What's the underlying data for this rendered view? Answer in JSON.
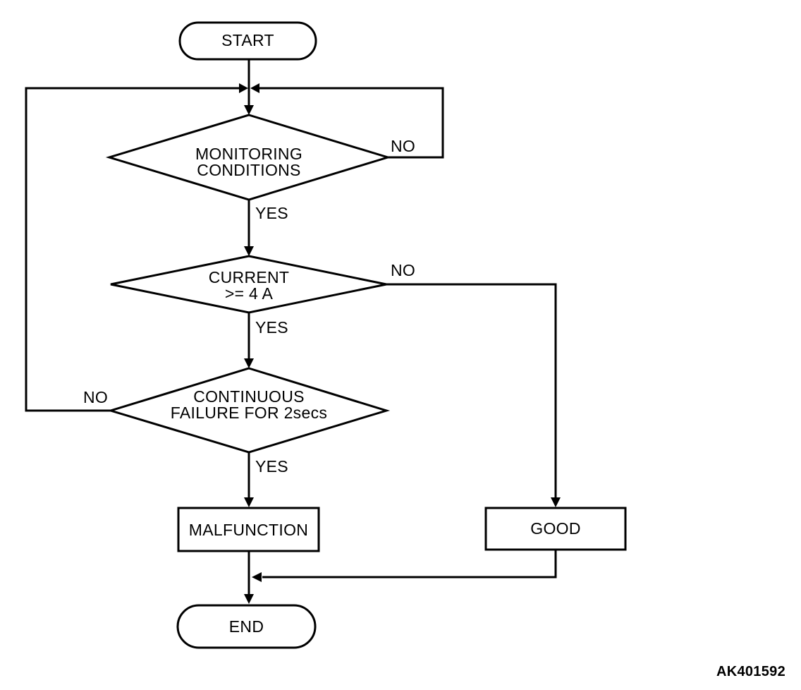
{
  "diagram": {
    "colors": {
      "line": "#000000",
      "background": "#ffffff",
      "text": "#000000"
    },
    "nodes": {
      "start": {
        "shape": "terminator",
        "label": "START"
      },
      "monitoring": {
        "shape": "decision",
        "line1": "MONITORING",
        "line2": "CONDITIONS"
      },
      "current": {
        "shape": "decision",
        "line1": "CURRENT",
        "line2": ">= 4 A"
      },
      "continuous": {
        "shape": "decision",
        "line1": "CONTINUOUS",
        "line2": "FAILURE FOR 2secs"
      },
      "malfunction": {
        "shape": "process",
        "label": "MALFUNCTION"
      },
      "good": {
        "shape": "process",
        "label": "GOOD"
      },
      "end": {
        "shape": "terminator",
        "label": "END"
      }
    },
    "edge_labels": {
      "monitoring_no": "NO",
      "monitoring_yes": "YES",
      "current_no": "NO",
      "current_yes": "YES",
      "continuous_no": "NO",
      "continuous_yes": "YES"
    },
    "figure_code": "AK401592"
  }
}
